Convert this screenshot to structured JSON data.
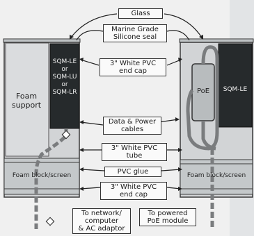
{
  "labels": {
    "glass": "Glass",
    "seal": [
      "Marine Grade",
      "Silicone seal"
    ],
    "end_cap_top": [
      "3\" White PVC",
      "end cap"
    ],
    "cables": [
      "Data & Power",
      "cables"
    ],
    "tube": [
      "3\" White PVC",
      "tube"
    ],
    "glue": "PVC glue",
    "end_cap_bottom": [
      "3\" White PVC",
      "end cap"
    ],
    "to_network": [
      "To network/",
      "computer",
      "& AC adaptor"
    ],
    "to_poe": [
      "To powered",
      "PoE module"
    ]
  },
  "left_unit": {
    "foam_support": [
      "Foam",
      "support"
    ],
    "sqm": [
      "SQM-LE",
      "or",
      "SQM-LU",
      "or",
      "SQM-LR"
    ],
    "foam_block": "Foam block/screen"
  },
  "right_unit": {
    "poe": "PoE",
    "sqm": "SQM-LE",
    "foam_block": "Foam block/screen"
  },
  "colors": {
    "tube_fill": "#d2d4d6",
    "sqm_dark": "#262a2c",
    "outline": "#3a3a3a",
    "cable": "#7a7c7e",
    "foam_bottom": "#c4c8ca",
    "poe_fill": "#b8bcbe"
  }
}
